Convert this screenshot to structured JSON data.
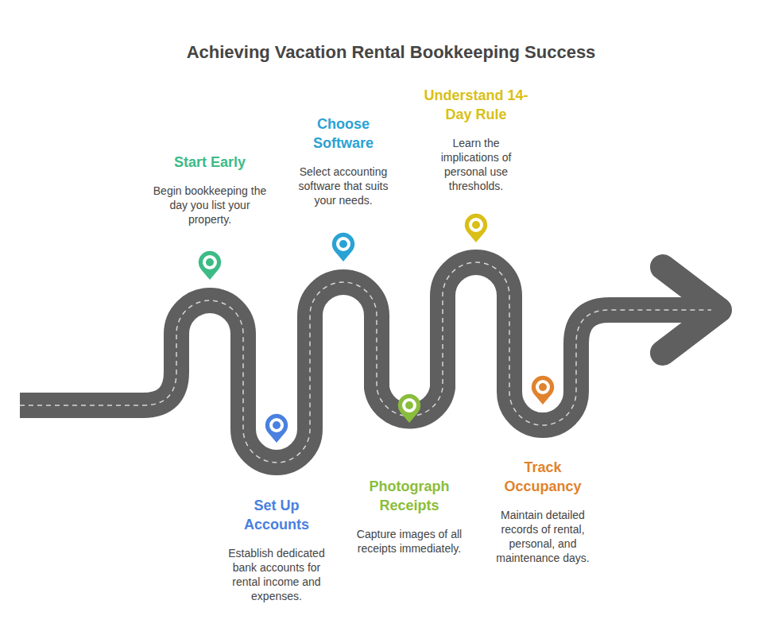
{
  "diagram": {
    "title": "Achieving Vacation Rental Bookkeeping Success",
    "nodes": [
      {
        "text": [
          "Start Early",
          "Begin bookkeeping the day you list your property."
        ]
      },
      {
        "text": [
          "Set Up Accounts",
          "Establish dedicated bank accounts for rental income and expenses."
        ]
      },
      {
        "text": [
          "Choose Software",
          "Select accounting software that suits your needs."
        ]
      },
      {
        "text": [
          "Photograph Receipts",
          "Capture images of all receipts immediately."
        ]
      },
      {
        "text": [
          "Understand 14-Day Rule",
          "Learn the implications of personal use thresholds."
        ]
      },
      {
        "text": [
          "Track Occupancy",
          "Maintain detailed records of rental, personal, and maintenance days."
        ]
      }
    ]
  }
}
